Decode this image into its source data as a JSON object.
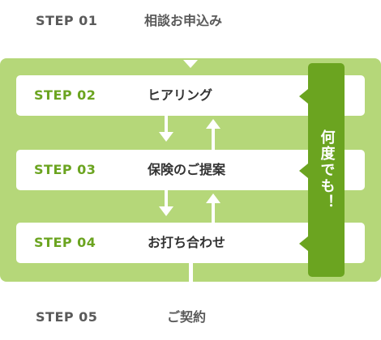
{
  "steps": [
    {
      "num": "STEP 01",
      "label": "相談お申込み"
    },
    {
      "num": "STEP 02",
      "label": "ヒアリング"
    },
    {
      "num": "STEP 03",
      "label": "保険のご提案"
    },
    {
      "num": "STEP 04",
      "label": "お打ち合わせ"
    },
    {
      "num": "STEP 05",
      "label": "ご契約"
    }
  ],
  "repeat_label": "何度でも！",
  "colors": {
    "panel": "#b5d779",
    "accent": "#6ba420",
    "outer_text": "#5a5a5a",
    "inner_text": "#333333",
    "box": "#ffffff"
  }
}
